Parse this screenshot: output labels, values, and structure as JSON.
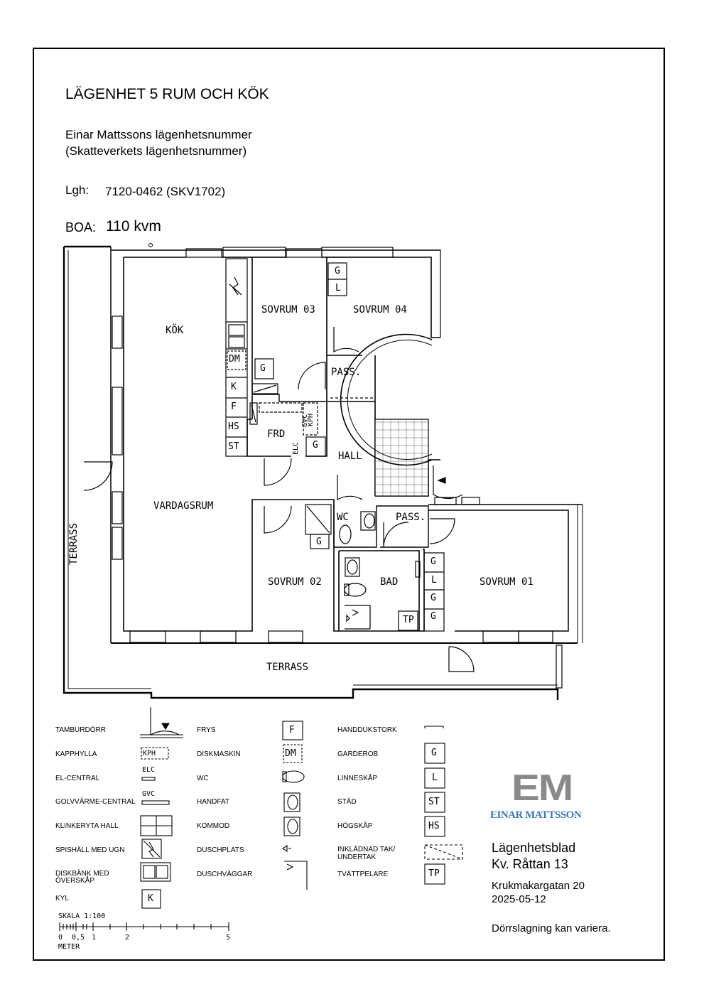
{
  "header": {
    "title": "LÄGENHET 5 RUM OCH KÖK",
    "subtitle_line1": "Einar Mattssons lägenhetsnummer",
    "subtitle_line2": "(Skatteverkets lägenhetsnummer)",
    "lgh_label": "Lgh:",
    "lgh_value": "7120-0462 (SKV1702)",
    "boa_label": "BOA:",
    "boa_value": "110 kvm"
  },
  "rooms": {
    "kok": "KÖK",
    "vardagsrum": "VARDAGSRUM",
    "sovrum03": "SOVRUM 03",
    "sovrum04": "SOVRUM 04",
    "sovrum02": "SOVRUM 02",
    "sovrum01": "SOVRUM 01",
    "pass1": "PASS.",
    "pass2": "PASS.",
    "hall": "HALL",
    "frd": "FRD",
    "wc": "WC",
    "bad": "BAD",
    "terrass_left": "TERRASS",
    "terrass_bottom": "TERRASS"
  },
  "fixtures": {
    "dm": "DM",
    "k": "K",
    "f": "F",
    "hs": "HS",
    "st": "ST",
    "g": "G",
    "l": "L",
    "tp": "TP",
    "gvc": "GVC",
    "elc": "ELC",
    "kph": "KPH"
  },
  "legend": {
    "col1": [
      "TAMBURDÖRR",
      "KAPPHYLLA",
      "EL-CENTRAL",
      "GOLVVÄRME-CENTRAL",
      "KLINKERYTA HALL",
      "SPISHÄLL MED UGN",
      "DISKBÄNK MED",
      "ÖVERSKÅP",
      "KYL"
    ],
    "col2": [
      "FRYS",
      "DISKMASKIN",
      "WC",
      "HANDFAT",
      "KOMMOD",
      "DUSCHPLATS",
      "DUSCHVÄGGAR"
    ],
    "col3": [
      "HANDDUKSTORK",
      "GARDEROB",
      "LINNESKÅP",
      "STÄD",
      "HÖGSKÅP",
      "INKLÄDNAD TAK/",
      "UNDERTAK",
      "TVÄTTPELARE"
    ],
    "sym_kph": "KPH",
    "sym_elc": "ELC",
    "sym_gvc": "GVC",
    "sym_k": "K",
    "sym_f": "F",
    "sym_dm": "DM",
    "sym_g": "G",
    "sym_l": "L",
    "sym_st": "ST",
    "sym_hs": "HS",
    "sym_tp": "TP"
  },
  "scale": {
    "label": "SKALA 1:100",
    "ticks": [
      "0",
      "0,5",
      "1",
      "2",
      "5"
    ],
    "unit": "METER"
  },
  "company": {
    "logo_mark": "EM",
    "logo_name": "EINAR MATTSSON",
    "brand_color": "#3a78b8",
    "mark_color": "#8a8a8a"
  },
  "info": {
    "doc_type": "Lägenhetsblad",
    "property": "Kv. Råttan 13",
    "address": "Krukmakargatan 20",
    "date": "2025-05-12",
    "note": "Dörrslagning kan variera."
  }
}
